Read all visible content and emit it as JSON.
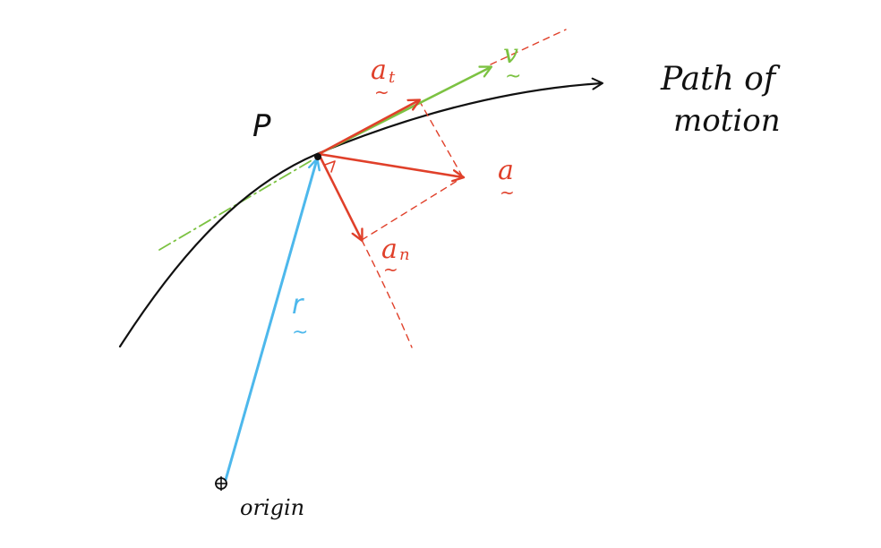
{
  "labels": {
    "point": "P",
    "path_line1": "Path of",
    "path_line2": "motion",
    "origin": "origin",
    "position_vector": "r",
    "velocity": "v",
    "acceleration": "a",
    "tangential_accel": "a",
    "tangential_sub": "t",
    "normal_accel": "a",
    "normal_sub": "n",
    "tilde": "~"
  },
  "colors": {
    "path": "#111111",
    "position_vector": "#4db8ec",
    "velocity": "#7cc242",
    "acceleration": "#e0402a",
    "text": "#111111",
    "background": "#ffffff"
  }
}
